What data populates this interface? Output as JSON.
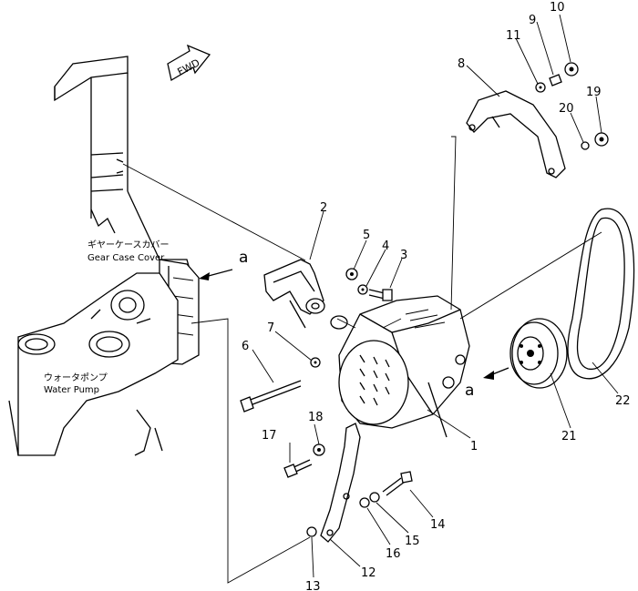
{
  "labels": {
    "fwd": "FWD",
    "gear_case_cover_jp": "ギヤーケースカバー",
    "gear_case_cover_en": "Gear Case Cover",
    "water_pump_jp": "ウォータポンプ",
    "water_pump_en": "Water Pump",
    "view_a_left": "a",
    "view_a_right": "a"
  },
  "callouts": [
    "1",
    "2",
    "3",
    "4",
    "5",
    "6",
    "7",
    "8",
    "9",
    "10",
    "11",
    "12",
    "13",
    "14",
    "15",
    "16",
    "17",
    "18",
    "19",
    "20",
    "21",
    "22"
  ]
}
